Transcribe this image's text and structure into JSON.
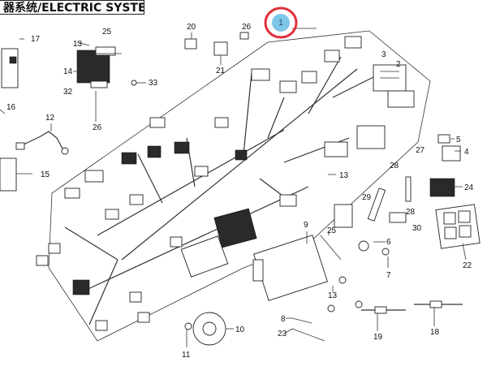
{
  "header": {
    "title": "器系统/ELECTRIC SYSTEM"
  },
  "callouts": {
    "c1": "1",
    "c2": "2",
    "c3": "3",
    "c4": "4",
    "c5": "5",
    "c6": "6",
    "c7": "7",
    "c8": "8",
    "c10": "10",
    "c11": "11",
    "c12": "12",
    "c13a": "13",
    "c13b": "13",
    "c13c": "13",
    "c14": "14",
    "c15": "15",
    "c16": "16",
    "c17": "17",
    "c18": "18",
    "c19": "19",
    "c20": "20",
    "c21": "21",
    "c22": "22",
    "c23": "23",
    "c24": "24",
    "c25a": "25",
    "c25b": "25",
    "c26a": "26",
    "c26b": "26",
    "c27": "27",
    "c28a": "28",
    "c28b": "28",
    "c29": "29",
    "c30": "30",
    "c32": "32",
    "c33": "33",
    "c9": "9"
  },
  "highlight": {
    "color": "#e0303a",
    "badge_color": "#7fc7e8",
    "label": "1"
  }
}
